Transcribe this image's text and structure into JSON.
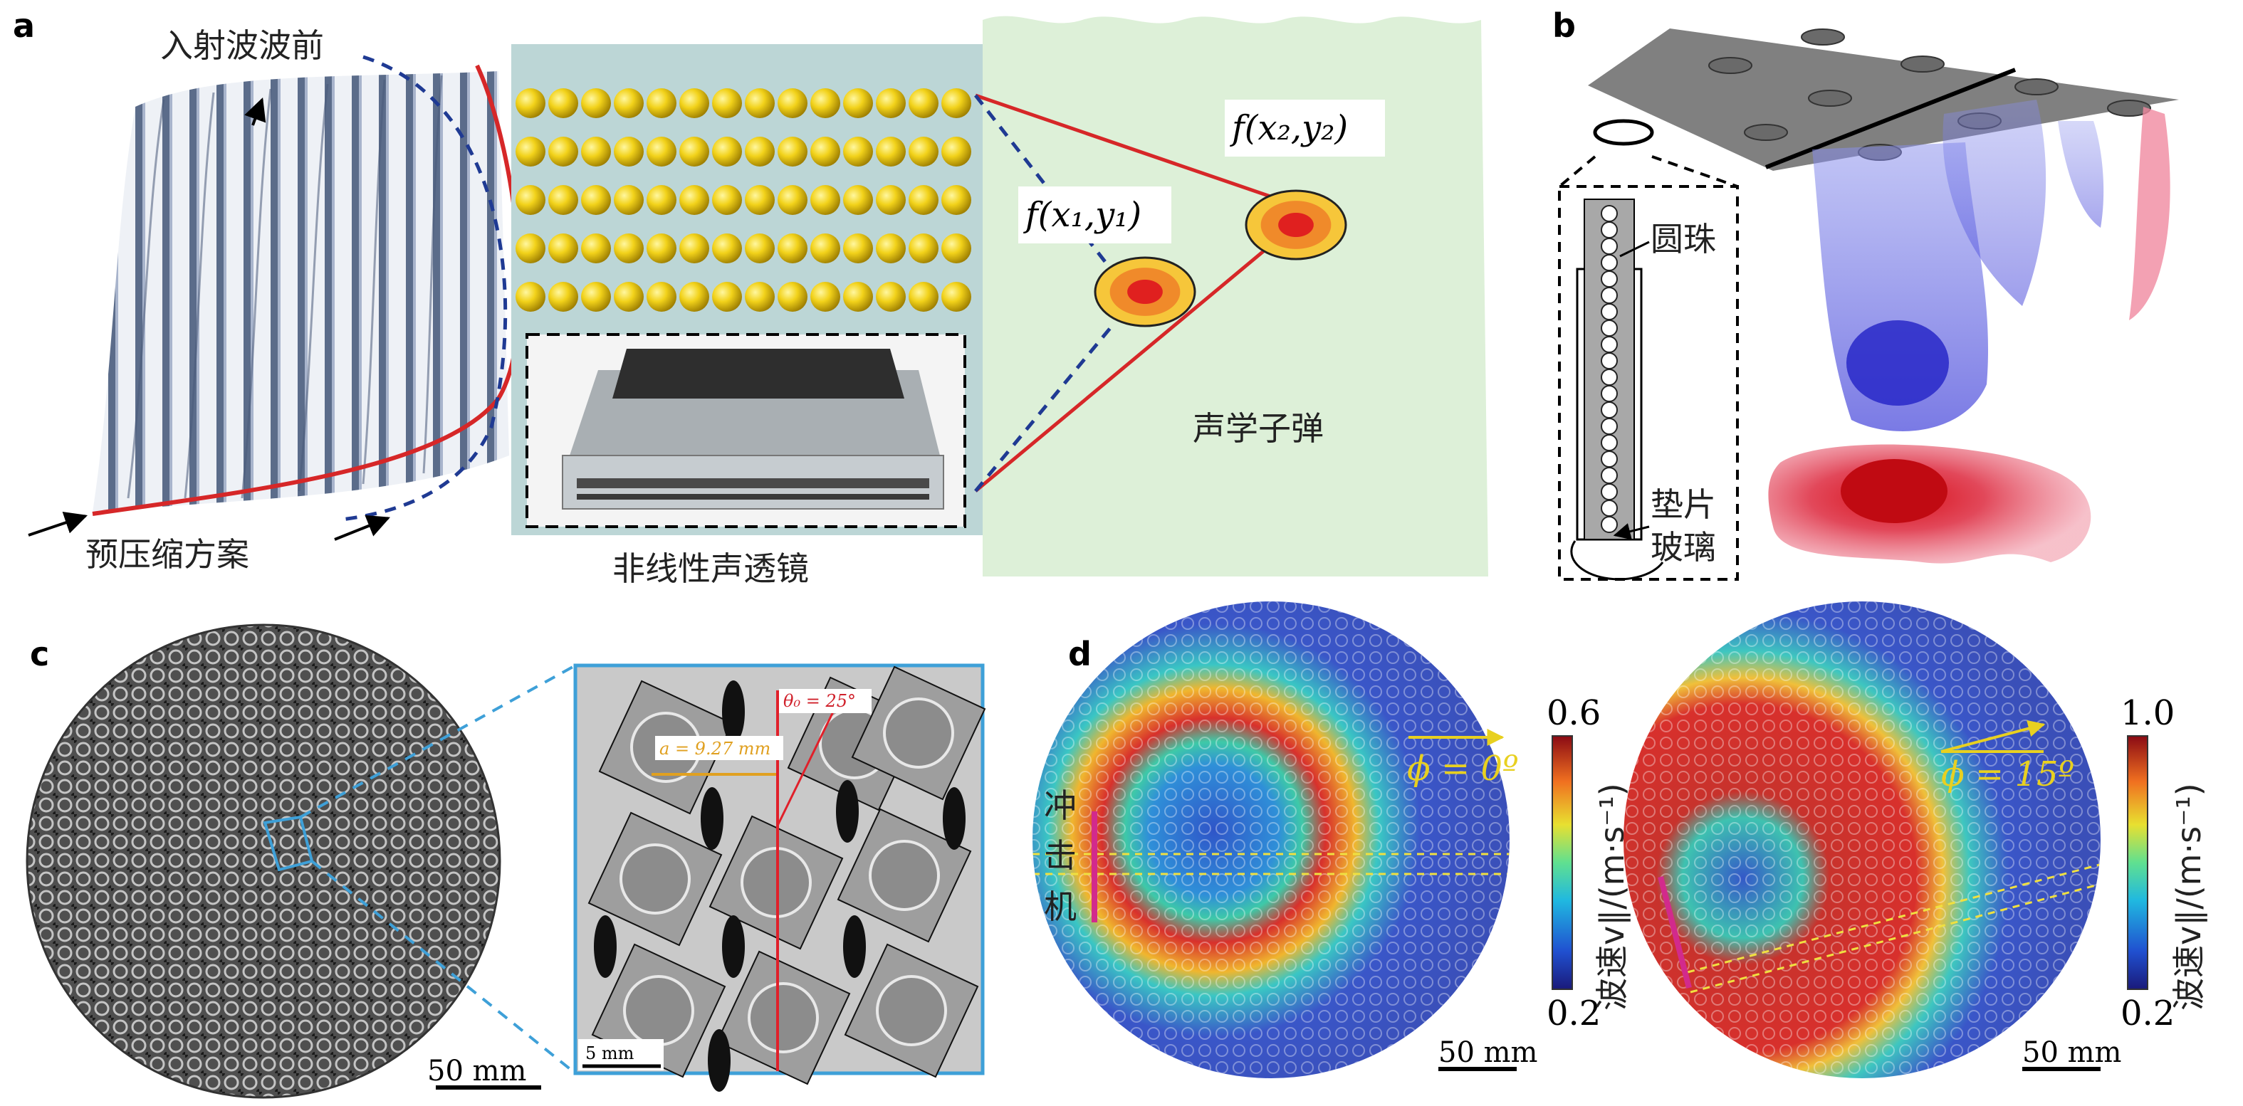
{
  "panels": {
    "a": {
      "label": "a",
      "incident_wavefront": "入射波波前",
      "precompression": "预压缩方案",
      "lens": "非线性声透镜",
      "bullet": "声学子弹",
      "f1": "f(x₁,y₁)",
      "f2": "f(x₂,y₂)"
    },
    "b": {
      "label": "b",
      "bead": "圆珠",
      "spacer": "垫片",
      "glass": "玻璃"
    },
    "c": {
      "label": "c",
      "spacing": "a = 9.27 mm",
      "angle": "θ₀ = 25°",
      "scale_small": "5 mm",
      "scale_large": "50 mm"
    },
    "d": {
      "label": "d",
      "impactor_1": "冲",
      "impactor_2": "击",
      "impactor_3": "机",
      "phi_left": "ϕ = 0º",
      "phi_right": "ϕ = 15º",
      "colorbar_left": {
        "max": "0.6",
        "min": "0.2"
      },
      "colorbar_right": {
        "max": "1.0",
        "min": "0.2"
      },
      "colorbar_title": "波速v∥/(m·s⁻¹)",
      "scale_left": "50 mm",
      "scale_right": "50 mm"
    }
  },
  "colors": {
    "red_curve": "#d62728",
    "blue_dash": "#1f3a93",
    "bead_yellow": "#f2d21a",
    "lens_bg": "#bcd6d6",
    "target_bg": "#ddf0d8",
    "box_blue": "#3ea0d8",
    "magenta": "#d22a8c"
  }
}
